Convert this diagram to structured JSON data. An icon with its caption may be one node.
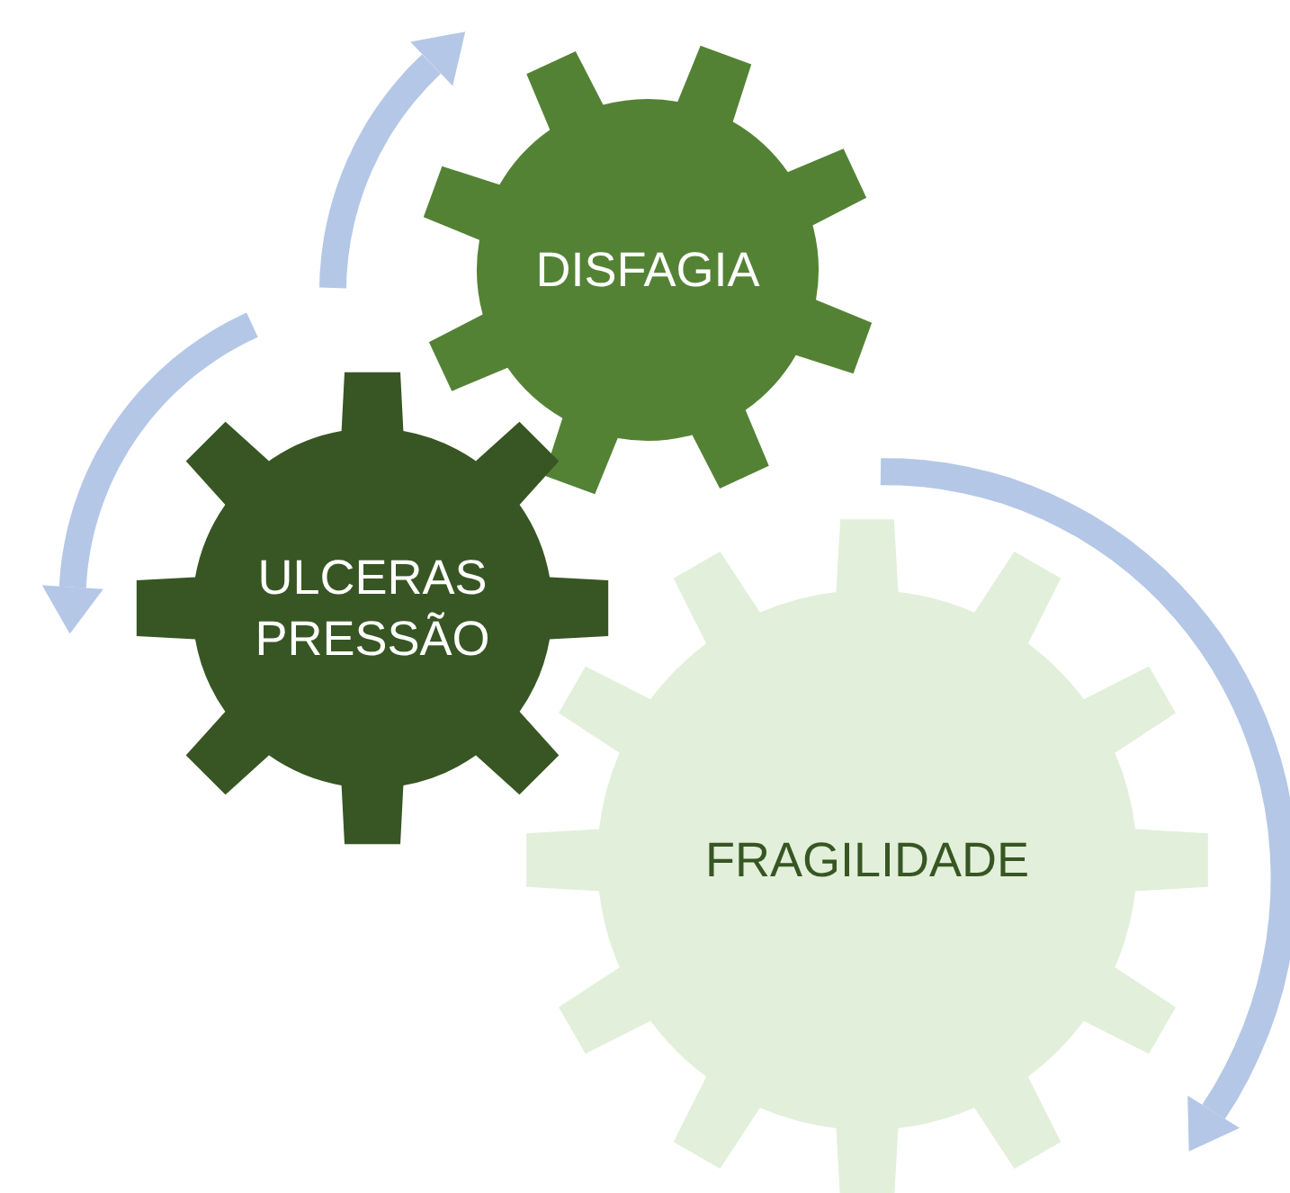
{
  "diagram": {
    "nodes": [
      {
        "text": [
          "DISFAGIA"
        ]
      },
      {
        "text": [
          "ULCERAS PRESSÃO"
        ]
      },
      {
        "text": [
          "FRAGILIDADE"
        ]
      }
    ]
  }
}
